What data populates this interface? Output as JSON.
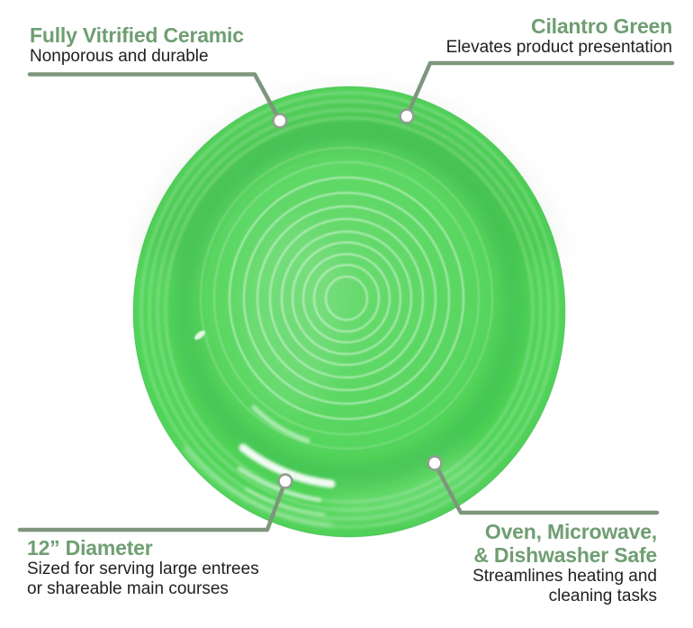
{
  "page": {
    "type": "product-feature-infographic",
    "product": "round green plate with concentric rings"
  },
  "colors": {
    "page_bg": "#ffffff",
    "heading_green": "#6f9e72",
    "body_text": "#212121",
    "callout_line": "#7d967c",
    "marker_fill": "#ffffff",
    "marker_stroke": "#8f9e90",
    "plate_green": "#4fd457",
    "plate_ring_light": "#9cec9e",
    "plate_highlight": "#ffffff"
  },
  "callouts": [
    {
      "position": "top-left",
      "title": "Fully Vitrified Ceramic",
      "description": "Nonporous and durable"
    },
    {
      "position": "top-right",
      "title": "Cilantro Green",
      "description": "Elevates product presentation"
    },
    {
      "position": "bottom-left",
      "title": "12” Diameter",
      "description": "Sized for serving large entrees or shareable main courses",
      "description_lines": [
        "Sized for serving large entrees",
        "or shareable main courses"
      ]
    },
    {
      "position": "bottom-right",
      "title": "Oven, Microwave, & Dishwasher Safe",
      "title_lines": [
        "Oven, Microwave,",
        "& Dishwasher Safe"
      ],
      "description": "Streamlines heating and cleaning tasks",
      "description_lines": [
        "Streamlines heating and",
        "cleaning tasks"
      ]
    }
  ]
}
